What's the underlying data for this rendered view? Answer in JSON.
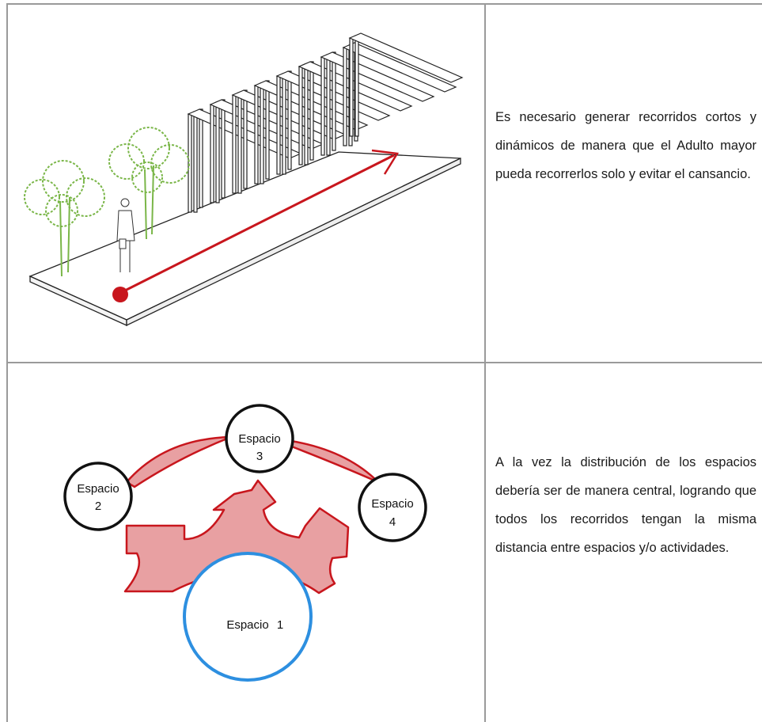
{
  "rows": [
    {
      "text": "Es necesario generar recorridos cortos y dinámicos de manera que el Adulto mayor pueda recorrerlos solo y evitar el cansancio."
    },
    {
      "text": "A la vez la distribución de los espacios debería ser de manera central, logrando que todos los recorridos tengan la misma distancia entre espacios y/o actividades."
    }
  ],
  "diagram": {
    "spaces": [
      {
        "name": "Espacio",
        "num": "1"
      },
      {
        "name": "Espacio",
        "num": "2"
      },
      {
        "name": "Espacio",
        "num": "3"
      },
      {
        "name": "Espacio",
        "num": "4"
      }
    ]
  },
  "colors": {
    "grid": "#9a9a9a",
    "path_red": "#c8161d",
    "arrow_fill": "#e8a0a2",
    "tree_green": "#7ab648",
    "space1_ring": "#2d8fe0"
  }
}
